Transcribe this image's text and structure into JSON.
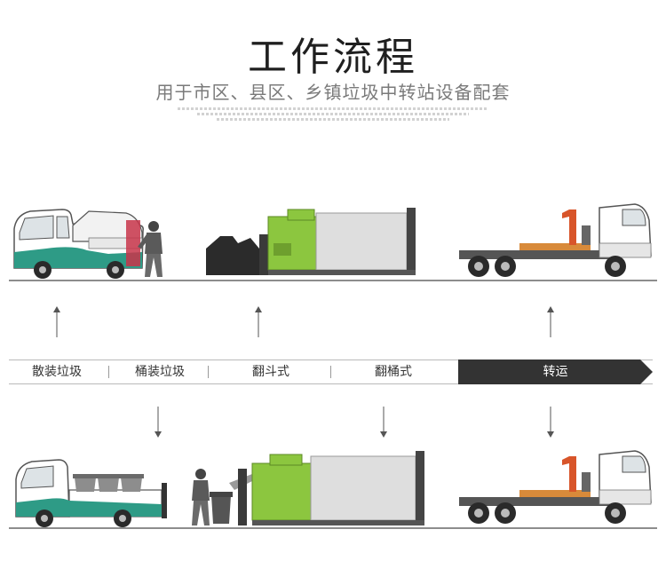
{
  "header": {
    "title": "工作流程",
    "subtitle": "用于市区、县区、乡镇垃圾中转站设备配套"
  },
  "process": {
    "steps": [
      {
        "label": "散装垃圾",
        "active": false
      },
      {
        "label": "桶装垃圾",
        "active": false
      },
      {
        "label": "翻斗式",
        "active": false
      },
      {
        "label": "翻桶式",
        "active": false
      },
      {
        "label": "转运",
        "active": true
      }
    ]
  },
  "colors": {
    "accent_green": "#8cc63f",
    "teal": "#2e9b86",
    "active_step": "#333333",
    "line": "#8d8d8d"
  },
  "icons": [
    "electric-garbage-truck-icon",
    "worker-icon",
    "compactor-station-icon",
    "hook-lift-truck-icon",
    "bin-carrier-truck-icon",
    "bin-tipper-station-icon"
  ]
}
